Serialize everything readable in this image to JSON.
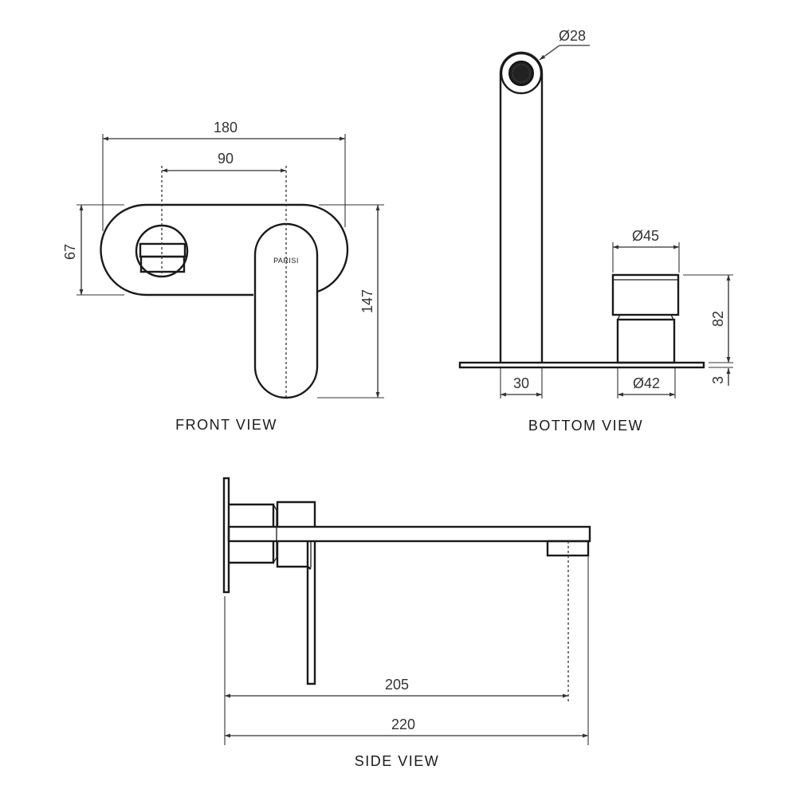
{
  "views": {
    "front": {
      "label": "FRONT VIEW",
      "brand": "PARISI",
      "dimensions": {
        "overall_width": "180",
        "center_spacing": "90",
        "plate_height": "67",
        "overall_height": "147"
      }
    },
    "bottom": {
      "label": "BOTTOM VIEW",
      "dimensions": {
        "spout_diameter": "Ø28",
        "spout_width": "30",
        "handle_top_diameter": "Ø45",
        "handle_base_diameter": "Ø42",
        "handle_height": "82",
        "plate_thickness": "3"
      }
    },
    "side": {
      "label": "SIDE VIEW",
      "dimensions": {
        "spout_center_projection": "205",
        "overall_projection": "220"
      }
    }
  },
  "colors": {
    "line": "#1a1a1a",
    "dimension": "#555555",
    "background": "#ffffff"
  }
}
